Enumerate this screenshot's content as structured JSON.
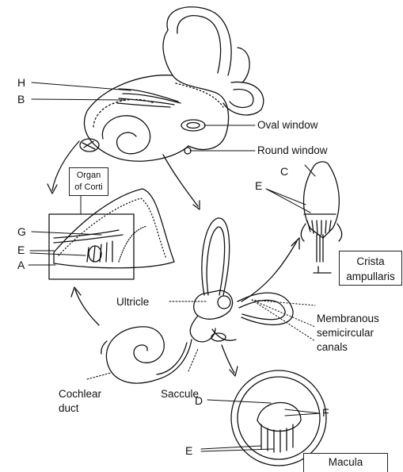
{
  "labels": {
    "h": "H",
    "b": "B",
    "oval_window": "Oval window",
    "round_window": "Round window",
    "c": "C",
    "e_crista": "E",
    "organ_of_corti": "Organ\nof Corti",
    "g": "G",
    "e_corti": "E",
    "a": "A",
    "crista_ampullaris": "Crista\nampullaris",
    "ultricle": "Ultricle",
    "membranous_canals": "Membranous\nsemicircular\ncanals",
    "cochlear_duct": "Cochlear\nduct",
    "saccule": "Saccule",
    "d": "D",
    "f": "F",
    "e_macula": "E",
    "macula": "Macula"
  }
}
